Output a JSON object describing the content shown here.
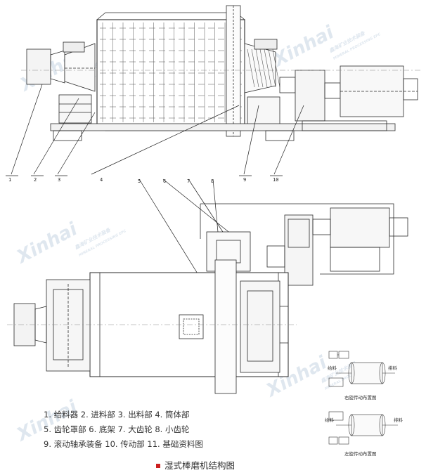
{
  "callouts": [
    "1",
    "2",
    "3",
    "4",
    "5",
    "6",
    "7",
    "8",
    "9",
    "10"
  ],
  "legend": [
    "1. 给料器 2. 进料部 3. 出料部 4. 筒体部",
    "5. 齿轮罩部 6. 底架 7. 大齿轮 8. 小齿轮",
    "9. 滚动轴承装备 10. 传动部 11. 基础资料图"
  ],
  "caption": "湿式棒磨机结构图",
  "insets": {
    "right": {
      "title": "右旋传动布置图",
      "in_label": "给料",
      "out_label": "排料"
    },
    "left": {
      "title": "左旋传动布置图",
      "in_label": "给料",
      "out_label": "排料"
    }
  },
  "watermark": {
    "brand": "Xinhai",
    "cn": "鑫海矿业技术装备",
    "en": "MINERAL PROCESSING EPC"
  }
}
